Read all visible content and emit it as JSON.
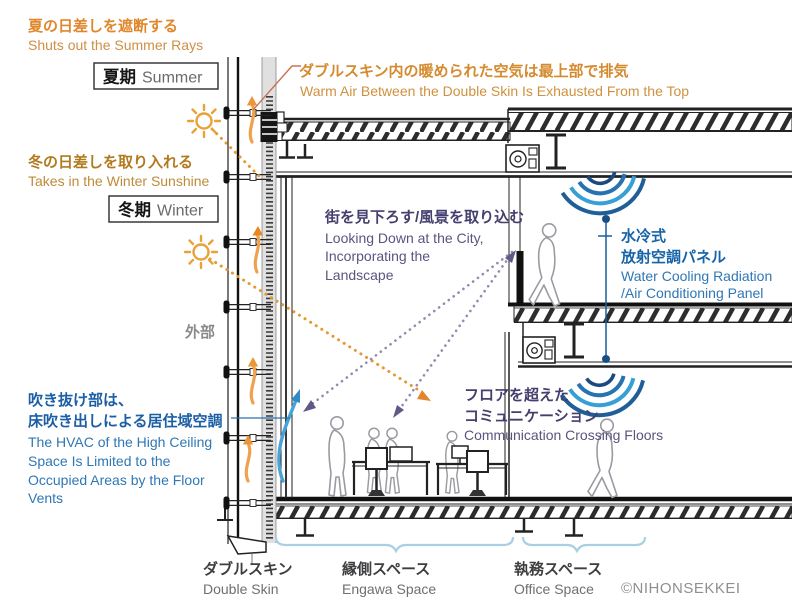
{
  "labels": {
    "summer": {
      "title_jp": "夏の日差しを遮断する",
      "title_en": "Shuts out the Summer Rays",
      "season_jp": "夏期",
      "season_en": "Summer"
    },
    "winter": {
      "title_jp": "冬の日差しを取り入れる",
      "title_en": "Takes in the Winter Sunshine",
      "season_jp": "冬期",
      "season_en": "Winter"
    },
    "exhaust": {
      "jp": "ダブルスキン内の暖められた空気は最上部で排気",
      "en": "Warm Air Between the Double Skin Is Exhausted From the Top"
    },
    "exterior": {
      "jp": "外部"
    },
    "view": {
      "jp": "街を見下ろす/風景を取り込む",
      "en1": "Looking Down at the City,",
      "en2": "Incorporating the",
      "en3": "Landscape"
    },
    "radiant": {
      "jp1": "水冷式",
      "jp2": "放射空調パネル",
      "en1": "Water Cooling Radiation",
      "en2": "/Air Conditioning Panel"
    },
    "floor_hvac": {
      "jp1": "吹き抜け部は、",
      "jp2": "床吹き出しによる居住域空調",
      "en1": "The HVAC of the High Ceiling",
      "en2": "Space Is Limited to the",
      "en3": "Occupied Areas by the Floor",
      "en4": "Vents"
    },
    "communication": {
      "jp1": "フロアを超えた",
      "jp2": "コミュニケーション",
      "en": "Communication Crossing Floors"
    },
    "zones": {
      "double_skin_jp": "ダブルスキン",
      "double_skin_en": "Double Skin",
      "engawa_jp": "縁側スペース",
      "engawa_en": "Engawa Space",
      "office_jp": "執務スペース",
      "office_en": "Office Space"
    },
    "copyright": "©NIHONSEKKEI"
  },
  "colors": {
    "summer_orange": "#e0872c",
    "winter_gold": "#b27a1e",
    "exhaust_orange": "#d58a2e",
    "hvac_blue": "#1c5fa5",
    "radiant_blue": "#1763a8",
    "view_purple": "#443f6e",
    "label_dark": "#3e3e40",
    "label_gray": "#6f6f72",
    "brace_lightblue": "#aacfe4",
    "warm_air_orange": "#f0a14e",
    "supply_air_blue": "#4aa3d8"
  },
  "icons": {
    "summer_sun": "sun-icon",
    "winter_sun": "sun-icon",
    "radiant_upper": "radiation-waves-icon",
    "radiant_lower": "radiation-waves-icon"
  }
}
